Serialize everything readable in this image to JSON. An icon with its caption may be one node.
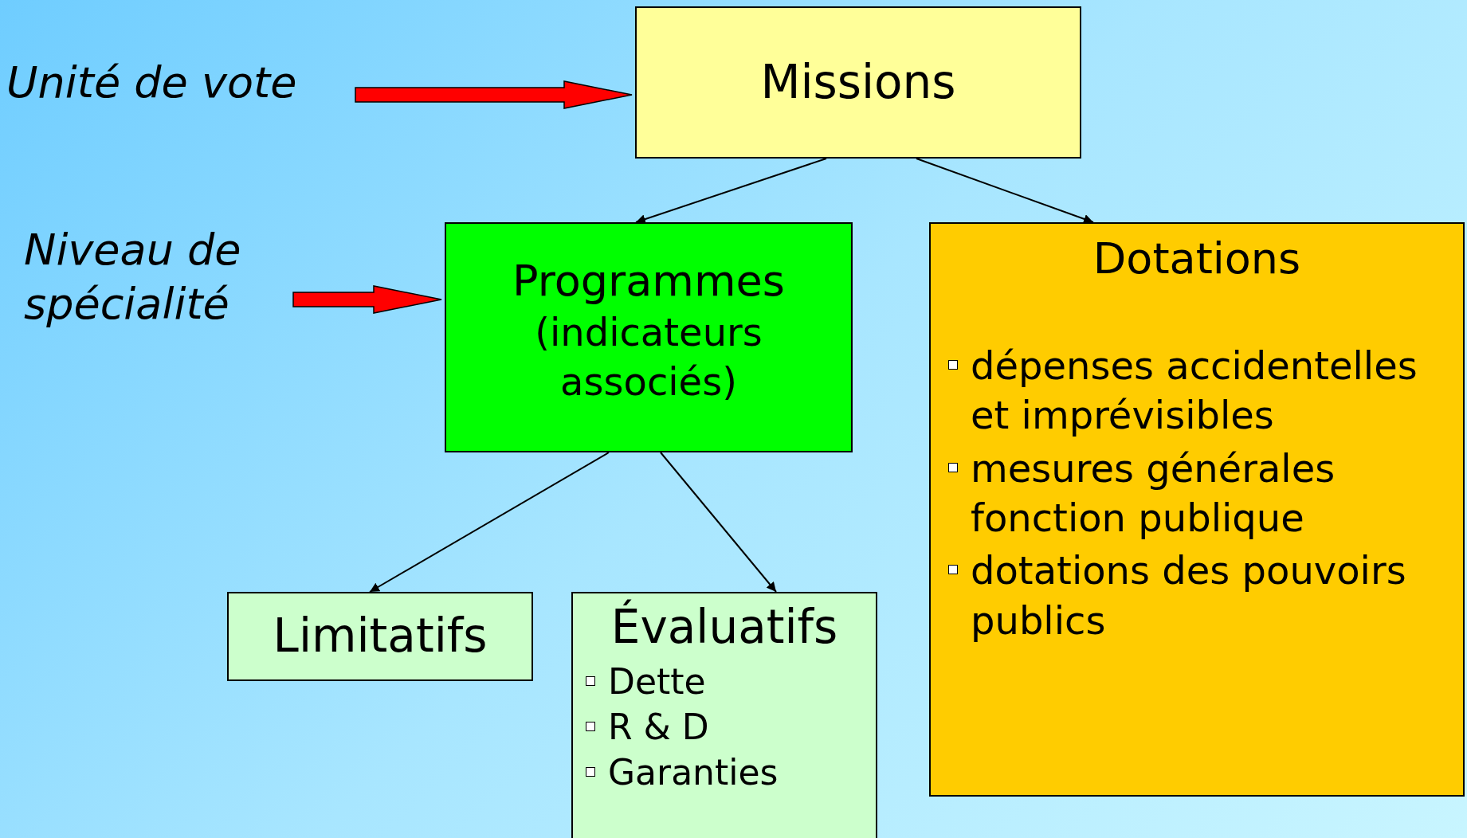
{
  "diagram": {
    "nodes": [
      {
        "text": [
          "Unité de vote"
        ]
      },
      {
        "text": [
          "Missions"
        ]
      },
      {
        "text": [
          "Niveau de spécialité"
        ]
      },
      {
        "text": [
          "Programmes",
          "(indicateurs associés)"
        ]
      },
      {
        "text": [
          "Dotations",
          "dépenses accidentelles et imprévisibles",
          "mesures générales fonction publique",
          "dotations des pouvoirs publics"
        ]
      },
      {
        "text": [
          "Limitatifs"
        ]
      },
      {
        "text": [
          "Évaluatifs",
          "Dette",
          "R & D",
          "Garanties"
        ]
      }
    ],
    "edges": [
      {
        "from": 0,
        "to": 1,
        "arrow": "to",
        "style": "thick",
        "color": "#ff0000"
      },
      {
        "from": 2,
        "to": 3,
        "arrow": "to",
        "style": "thick",
        "color": "#ff0000"
      },
      {
        "from": 1,
        "to": 3,
        "arrow": "to"
      },
      {
        "from": 1,
        "to": 4,
        "arrow": "to"
      },
      {
        "from": 3,
        "to": 5,
        "arrow": "to"
      },
      {
        "from": 3,
        "to": 6,
        "arrow": "to"
      }
    ]
  }
}
